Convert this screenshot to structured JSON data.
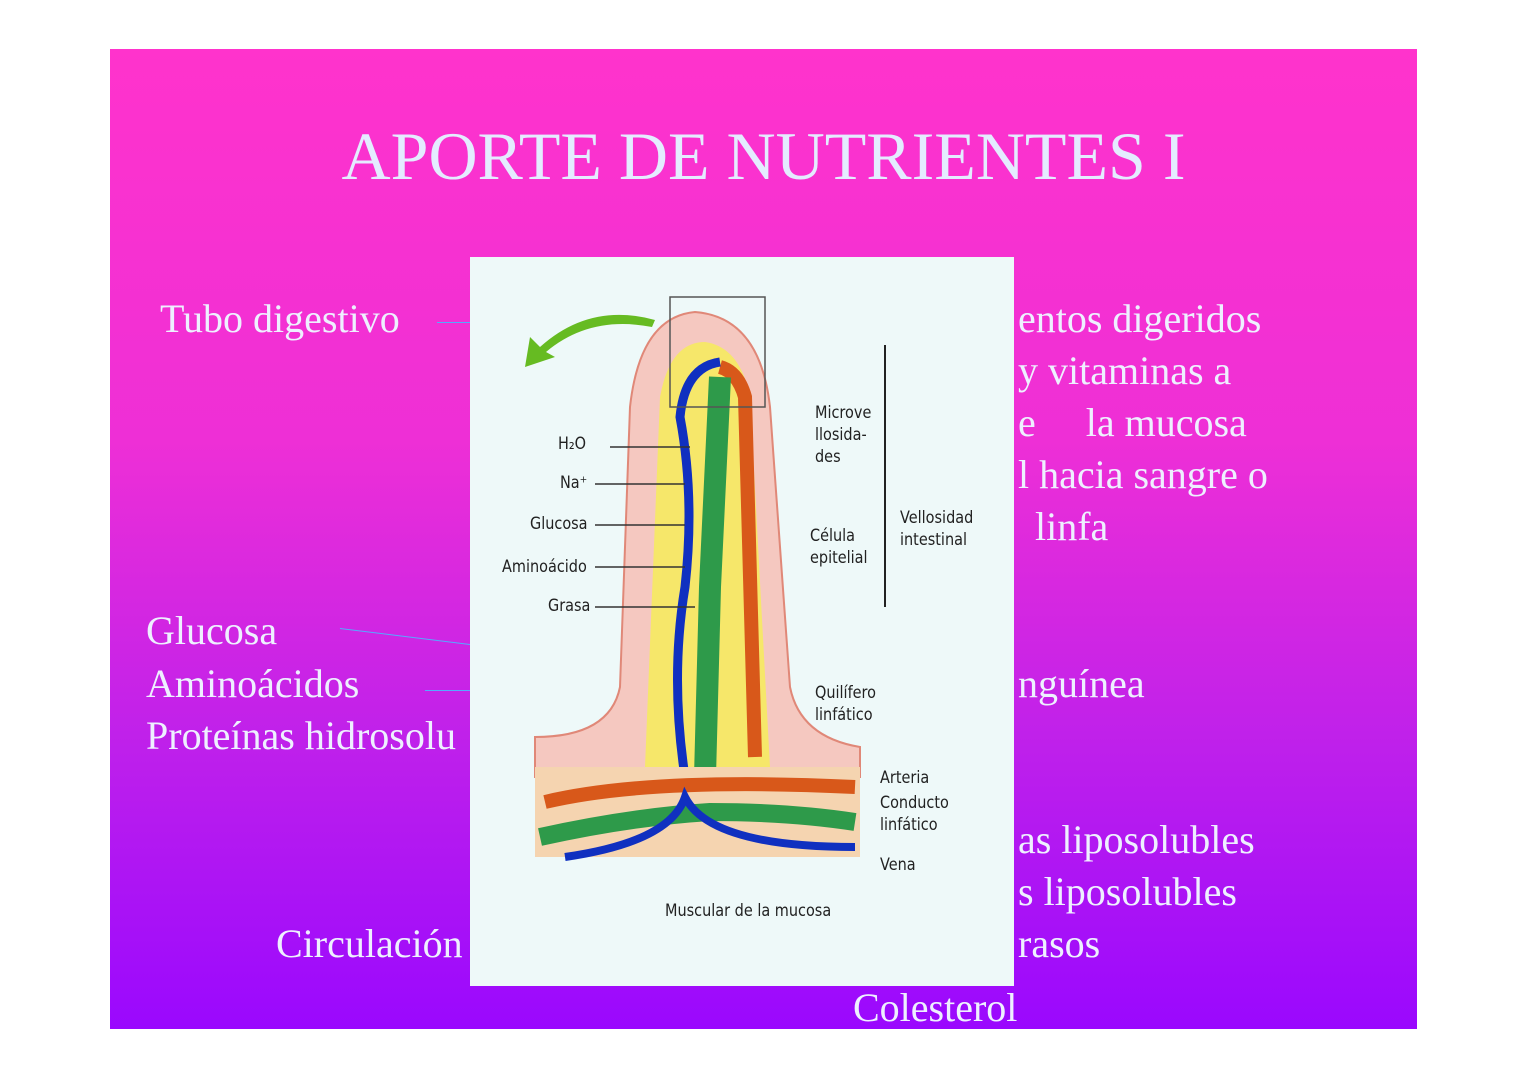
{
  "title": "APORTE DE NUTRIENTES I",
  "left": {
    "tubo": "Tubo digestivo",
    "glucosa": "Glucosa",
    "aminoacidos": "Aminoácidos",
    "proteinas": "Proteínas hidrosolu",
    "circulacion": "Circulación"
  },
  "right": {
    "l1": "entos digeridos",
    "l2": "y vitaminas a",
    "l3": "e     la mucosa",
    "l4": "l hacia sangre o",
    "l5": "linfa",
    "l6": "nguínea",
    "l7": "as liposolubles",
    "l8": "s liposolubles",
    "l9": "rasos",
    "l10": "Colesterol"
  },
  "figure": {
    "labels": {
      "h2o": "H₂O",
      "na": "Na⁺",
      "glucosa": "Glucosa",
      "aminoacido": "Aminoácido",
      "grasa": "Grasa",
      "microvellosidades": "Microve\nllosida-\ndes",
      "celula": "Célula\nepitelial",
      "vellosidad": "Vellosidad\nintestinal",
      "quilifero": "Quilífero\nlinfático",
      "arteria": "Arteria",
      "conducto": "Conducto\nlinfático",
      "vena": "Vena",
      "muscular": "Muscular de la mucosa"
    },
    "colors": {
      "vein": "#1030c0",
      "lymph": "#2e9a4a",
      "artery": "#d8581a",
      "core": "#f6e76a",
      "epithelium": "#e8a090",
      "arrow": "#66bb22"
    }
  }
}
